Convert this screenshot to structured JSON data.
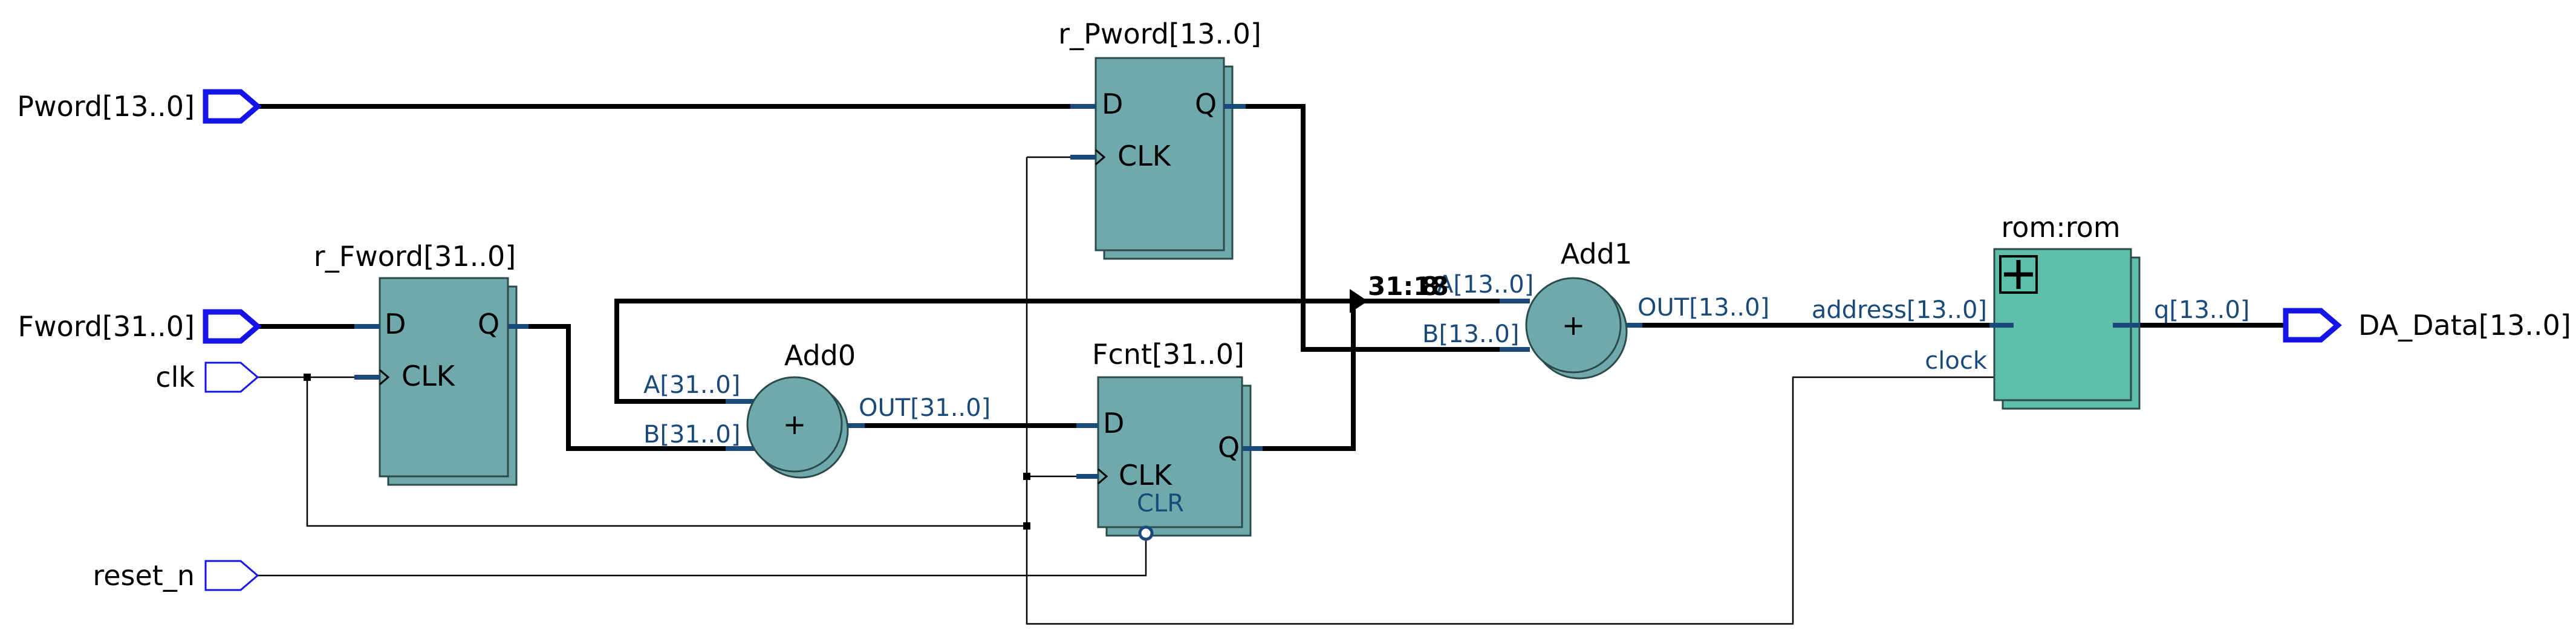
{
  "inputs": {
    "pword": "Pword[13..0]",
    "fword": "Fword[31..0]",
    "clk": "clk",
    "reset_n": "reset_n"
  },
  "outputs": {
    "da_data": "DA_Data[13..0]"
  },
  "blocks": {
    "r_pword": {
      "title": "r_Pword[13..0]",
      "d": "D",
      "clk": "CLK",
      "q": "Q"
    },
    "r_fword": {
      "title": "r_Fword[31..0]",
      "d": "D",
      "clk": "CLK",
      "q": "Q"
    },
    "fcnt": {
      "title": "Fcnt[31..0]",
      "d": "D",
      "clk": "CLK",
      "q": "Q",
      "clr": "CLR"
    },
    "add0": {
      "title": "Add0",
      "a": "A[31..0]",
      "b": "B[31..0]",
      "out": "OUT[31..0]",
      "symbol": "+"
    },
    "add1": {
      "title": "Add1",
      "a": "A[13..0]",
      "b": "B[13..0]",
      "out": "OUT[13..0]",
      "symbol": "+"
    },
    "rom": {
      "title": "rom:rom",
      "address": "address[13..0]",
      "clock": "clock",
      "q": "q[13..0]"
    }
  },
  "annotations": {
    "slice_main": "31:18",
    "slice_overlap": "8"
  },
  "colors": {
    "block_fill": "#6fa9ab",
    "rom_fill": "#5dbfaa",
    "port_blue": "#1414e6",
    "pin_text": "#1a4a7a"
  },
  "icons": {
    "rom_expand": "plus-icon"
  }
}
